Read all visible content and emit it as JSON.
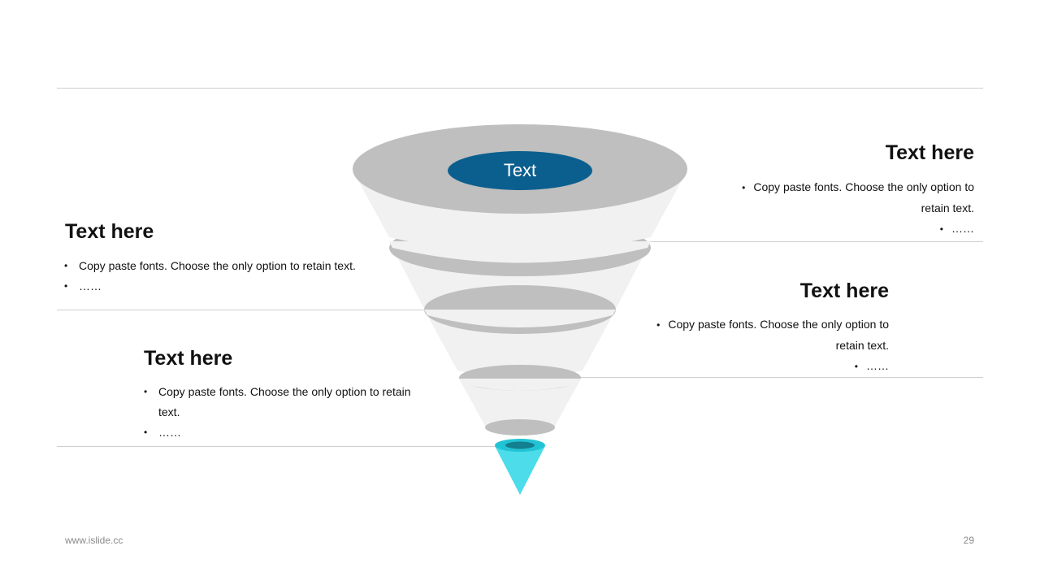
{
  "funnel": {
    "center_label": "Text",
    "accent_dark": "#0b5f8e",
    "accent_light": "#4ddce9"
  },
  "blocks": [
    {
      "heading": "Text here",
      "bullet1": "Copy paste fonts. Choose the only option to retain text.",
      "bullet2": "……"
    },
    {
      "heading": "Text here",
      "bullet1": "Copy paste fonts. Choose the only option to retain text.",
      "bullet2": "……"
    },
    {
      "heading": "Text here",
      "bullet1": "Copy paste fonts. Choose the only option to retain text.",
      "bullet2": "……"
    },
    {
      "heading": "Text here",
      "bullet1": "Copy paste fonts. Choose the only option to retain text.",
      "bullet2": "……"
    }
  ],
  "footer": {
    "website": "www.islide.cc",
    "page_number": "29"
  }
}
